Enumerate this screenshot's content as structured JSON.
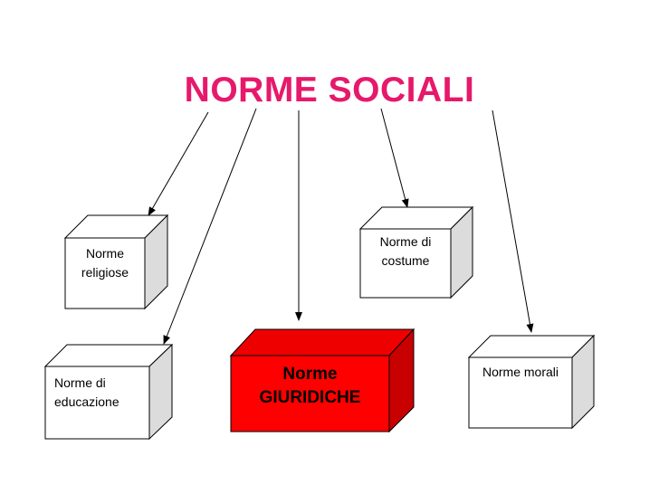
{
  "title": "NORME SOCIALI",
  "boxes": {
    "religiose": {
      "line1": "Norme",
      "line2": "religiose"
    },
    "costume": {
      "line1": "Norme di",
      "line2": "costume"
    },
    "educazione": {
      "line1": "Norme di",
      "line2": "educazione"
    },
    "giuridiche": {
      "line1": "Norme",
      "line2": "GIURIDICHE"
    },
    "morali": {
      "line1": "Norme morali"
    }
  },
  "colors": {
    "title": "#e6196b",
    "giuridiche_front": "#ff0000",
    "giuridiche_top": "#ee0000",
    "giuridiche_side": "#c80000",
    "box_face": "#ffffff",
    "box_side": "#dcdcdc"
  }
}
